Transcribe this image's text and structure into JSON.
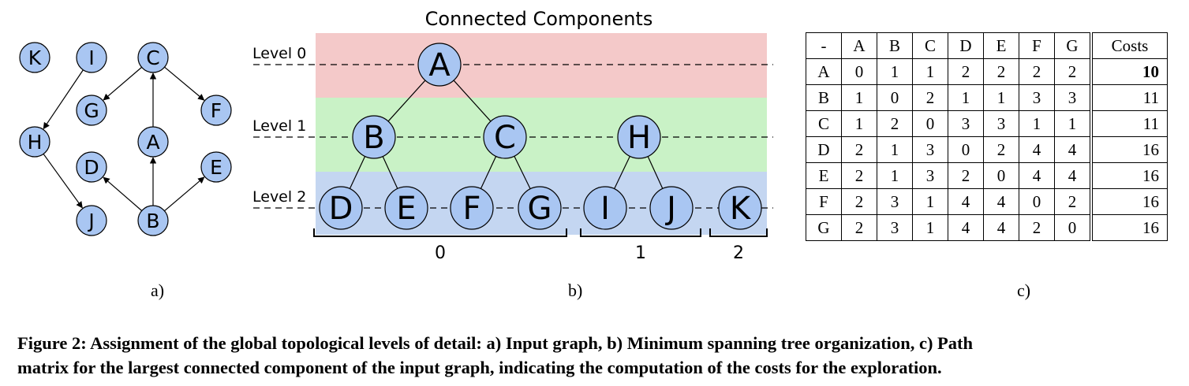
{
  "graph_a": {
    "nodes": [
      {
        "id": "K",
        "label": "K"
      },
      {
        "id": "I",
        "label": "I"
      },
      {
        "id": "C",
        "label": "C"
      },
      {
        "id": "G",
        "label": "G"
      },
      {
        "id": "F",
        "label": "F"
      },
      {
        "id": "H",
        "label": "H"
      },
      {
        "id": "A",
        "label": "A"
      },
      {
        "id": "D",
        "label": "D"
      },
      {
        "id": "E",
        "label": "E"
      },
      {
        "id": "J",
        "label": "J"
      },
      {
        "id": "B",
        "label": "B"
      }
    ],
    "edges": [
      [
        "I",
        "H"
      ],
      [
        "H",
        "J"
      ],
      [
        "C",
        "G"
      ],
      [
        "C",
        "F"
      ],
      [
        "A",
        "C"
      ],
      [
        "B",
        "A"
      ],
      [
        "B",
        "D"
      ],
      [
        "B",
        "E"
      ]
    ],
    "sublabel": "a)"
  },
  "tree_b": {
    "title": "Connected Components",
    "levels": [
      "Level 0",
      "Level 1",
      "Level 2"
    ],
    "band_colors": [
      "#f4c9c9",
      "#c9f2c6",
      "#c4d6f1"
    ],
    "node_color": "#a9c6f2",
    "nodes": [
      "A",
      "B",
      "C",
      "H",
      "D",
      "E",
      "F",
      "G",
      "I",
      "J",
      "K"
    ],
    "edges": [
      [
        "A",
        "B"
      ],
      [
        "A",
        "C"
      ],
      [
        "B",
        "D"
      ],
      [
        "B",
        "E"
      ],
      [
        "C",
        "F"
      ],
      [
        "C",
        "G"
      ],
      [
        "H",
        "I"
      ],
      [
        "H",
        "J"
      ]
    ],
    "components": [
      "0",
      "1",
      "2"
    ],
    "sublabel": "b)"
  },
  "matrix_c": {
    "corner": "-",
    "columns": [
      "A",
      "B",
      "C",
      "D",
      "E",
      "F",
      "G"
    ],
    "cost_header": "Costs",
    "rows": [
      {
        "label": "A",
        "values": [
          "0",
          "1",
          "1",
          "2",
          "2",
          "2",
          "2"
        ],
        "cost": "10",
        "highlight": true
      },
      {
        "label": "B",
        "values": [
          "1",
          "0",
          "2",
          "1",
          "1",
          "3",
          "3"
        ],
        "cost": "11",
        "highlight": false
      },
      {
        "label": "C",
        "values": [
          "1",
          "2",
          "0",
          "3",
          "3",
          "1",
          "1"
        ],
        "cost": "11",
        "highlight": false
      },
      {
        "label": "D",
        "values": [
          "2",
          "1",
          "3",
          "0",
          "2",
          "4",
          "4"
        ],
        "cost": "16",
        "highlight": false
      },
      {
        "label": "E",
        "values": [
          "2",
          "1",
          "3",
          "2",
          "0",
          "4",
          "4"
        ],
        "cost": "16",
        "highlight": false
      },
      {
        "label": "F",
        "values": [
          "2",
          "3",
          "1",
          "4",
          "4",
          "0",
          "2"
        ],
        "cost": "16",
        "highlight": false
      },
      {
        "label": "G",
        "values": [
          "2",
          "3",
          "1",
          "4",
          "4",
          "2",
          "0"
        ],
        "cost": "16",
        "highlight": false
      }
    ],
    "sublabel": "c)"
  },
  "caption": {
    "line1": "Figure 2: Assignment of the global topological levels of detail: a) Input graph, b) Minimum spanning tree organization, c) Path",
    "line2": "matrix for the largest connected component of the input graph, indicating the computation of the costs for the exploration."
  }
}
